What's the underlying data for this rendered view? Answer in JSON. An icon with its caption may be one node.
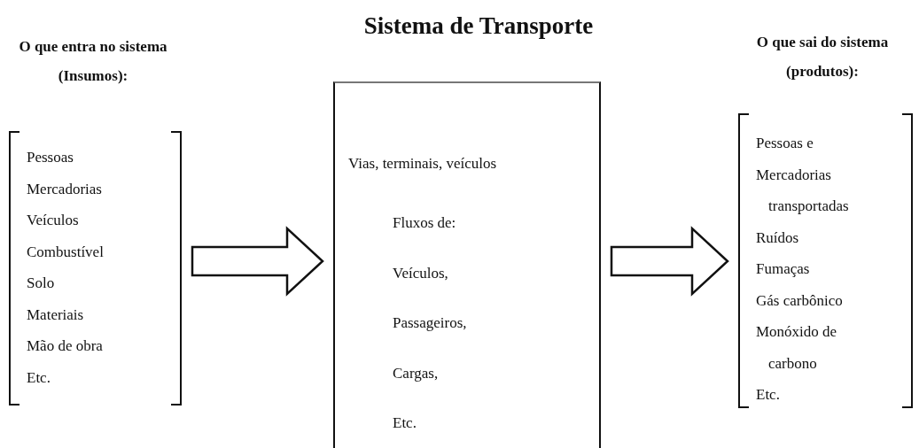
{
  "diagram": {
    "title": "Sistema de Transporte",
    "nodes": [
      {
        "text": [
          "O que entra no sistema (Insumos):",
          "Pessoas",
          "Mercadorias",
          "Veículos",
          "Combustível",
          "Solo",
          "Materiais",
          "Mão de obra",
          "Etc."
        ]
      },
      {
        "text": [
          "Vias, terminais, veículos",
          "Fluxos de:",
          "Veículos,",
          "Passageiros,",
          "Cargas,",
          "Etc."
        ]
      },
      {
        "text": [
          "O que sai do sistema (produtos):",
          "Pessoas e",
          "Mercadorias transportadas",
          "Ruídos",
          "Fumaças",
          "Gás carbônico",
          "Monóxido de carbono",
          "Etc."
        ]
      }
    ],
    "edges": [
      {
        "from": 0,
        "to": 1,
        "arrow": "to"
      },
      {
        "from": 1,
        "to": 2,
        "arrow": "to"
      }
    ]
  }
}
